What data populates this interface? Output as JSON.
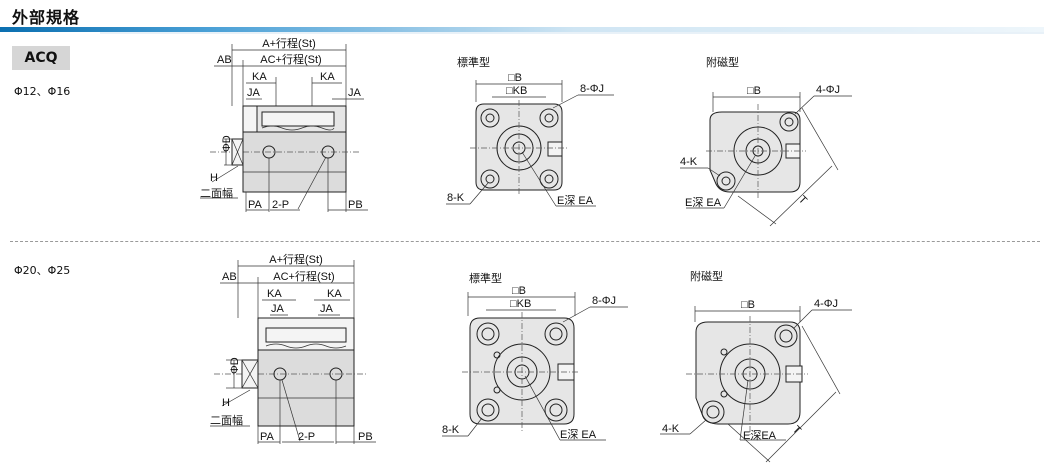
{
  "header": {
    "title": "外部規格"
  },
  "series": "ACQ",
  "sections": [
    {
      "size": "Φ12、Φ16",
      "side": {
        "a": "A+行程(St)",
        "ac": "AC+行程(St)",
        "ab": "AB",
        "ka": "KA",
        "ja": "JA",
        "od": "ΦD",
        "h": "H",
        "flats": "二面幅",
        "pa": "PA",
        "p": "2-P",
        "pb": "PB"
      },
      "std": {
        "title": "標準型",
        "b": "□B",
        "kb": "□KB",
        "j": "8-ΦJ",
        "k": "8-K",
        "ea": "E深 EA"
      },
      "mag": {
        "title": "附磁型",
        "b": "□B",
        "j": "4-ΦJ",
        "k": "4-K",
        "ea": "E深 EA",
        "t": "T"
      }
    },
    {
      "size": "Φ20、Φ25",
      "side": {
        "a": "A+行程(St)",
        "ac": "AC+行程(St)",
        "ab": "AB",
        "ka": "KA",
        "ja": "JA",
        "od": "ΦD",
        "h": "H",
        "flats": "二面幅",
        "pa": "PA",
        "p": "2-P",
        "pb": "PB"
      },
      "std": {
        "title": "標準型",
        "b": "□B",
        "kb": "□KB",
        "j": "8-ΦJ",
        "k": "8-K",
        "ea": "E深 EA"
      },
      "mag": {
        "title": "附磁型",
        "b": "□B",
        "j": "4-ΦJ",
        "k": "4-K",
        "ea": "E深EA",
        "t": "T"
      }
    }
  ]
}
